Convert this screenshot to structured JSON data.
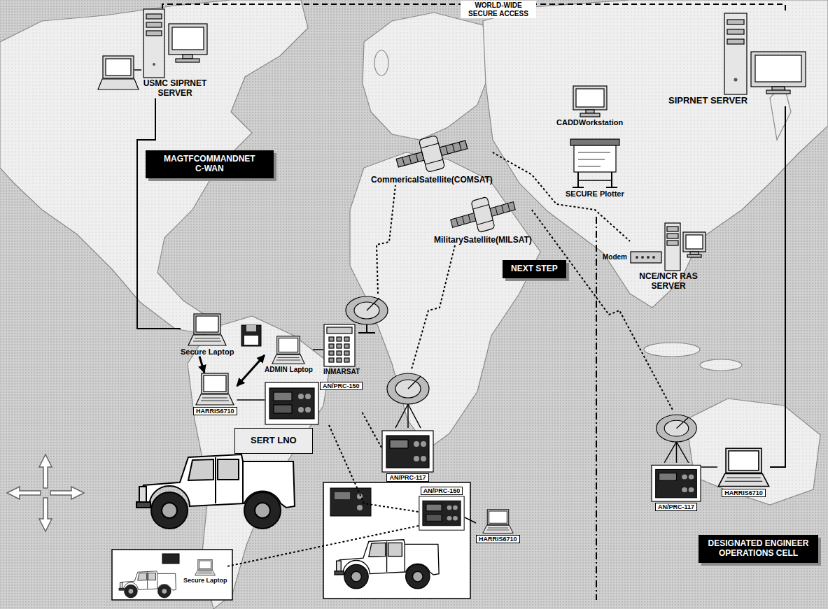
{
  "diagram": {
    "nodes": [
      {
        "text": [
          "USMC SIPRNET SERVER"
        ]
      },
      {
        "text": [
          "MAGTFCOMMANDNET C-WAN"
        ]
      },
      {
        "text": [
          "CommericalSatellite(COMSAT)"
        ]
      },
      {
        "text": [
          "CADDWorkstation"
        ]
      },
      {
        "text": [
          "SIPRNET SERVER"
        ]
      },
      {
        "text": [
          "SECURE Plotter"
        ]
      },
      {
        "text": [
          "NCE/NCR RAS SERVER"
        ]
      },
      {
        "text": [
          "MilitarySatellite(MILSAT)"
        ]
      },
      {
        "text": [
          "NEXT STEP"
        ]
      },
      {
        "text": [
          "Secure Laptop"
        ]
      },
      {
        "text": [
          "ADMIN Laptop"
        ]
      },
      {
        "text": [
          "INMARSAT"
        ]
      },
      {
        "text": [
          "HARRIS6710"
        ]
      },
      {
        "text": [
          "AN/PRC-150"
        ]
      },
      {
        "text": [
          "SERT LNO"
        ]
      },
      {
        "text": [
          "AN/PRC-117"
        ]
      },
      {
        "text": [
          "AN/PRC-150"
        ]
      },
      {
        "text": [
          "HARRIS6710"
        ]
      },
      {
        "text": [
          "Secure Laptop"
        ]
      },
      {
        "text": [
          "AN/PRC-117"
        ]
      },
      {
        "text": [
          "HARRIS6710"
        ]
      },
      {
        "text": [
          "DESIGNATED ENGINEER OPERATIONS CELL"
        ]
      }
    ],
    "edges": [
      {
        "from": 0,
        "to": 4,
        "arrow": "none",
        "label": "WORLD-WIDE SECURE ACCESS"
      },
      {
        "from": 0,
        "to": 9,
        "arrow": "none"
      },
      {
        "from": 9,
        "to": 12,
        "arrow": "to"
      },
      {
        "from": 10,
        "to": 12,
        "arrow": "both"
      },
      {
        "from": 12,
        "to": 13,
        "arrow": "none"
      },
      {
        "from": 10,
        "to": 11,
        "arrow": "none"
      },
      {
        "from": 11,
        "to": 2,
        "arrow": "none"
      },
      {
        "from": 2,
        "to": 6,
        "arrow": "none"
      },
      {
        "from": 7,
        "to": 15,
        "arrow": "none"
      },
      {
        "from": 7,
        "to": 19,
        "arrow": "none"
      },
      {
        "from": 13,
        "to": 15,
        "arrow": "none"
      },
      {
        "from": 13,
        "to": 16,
        "arrow": "none"
      },
      {
        "from": 16,
        "to": 17,
        "arrow": "none"
      },
      {
        "from": 16,
        "to": 18,
        "arrow": "none"
      },
      {
        "from": 19,
        "to": 20,
        "arrow": "none"
      },
      {
        "from": 20,
        "to": 4,
        "arrow": "none"
      }
    ],
    "labels": [
      "Modem"
    ]
  }
}
